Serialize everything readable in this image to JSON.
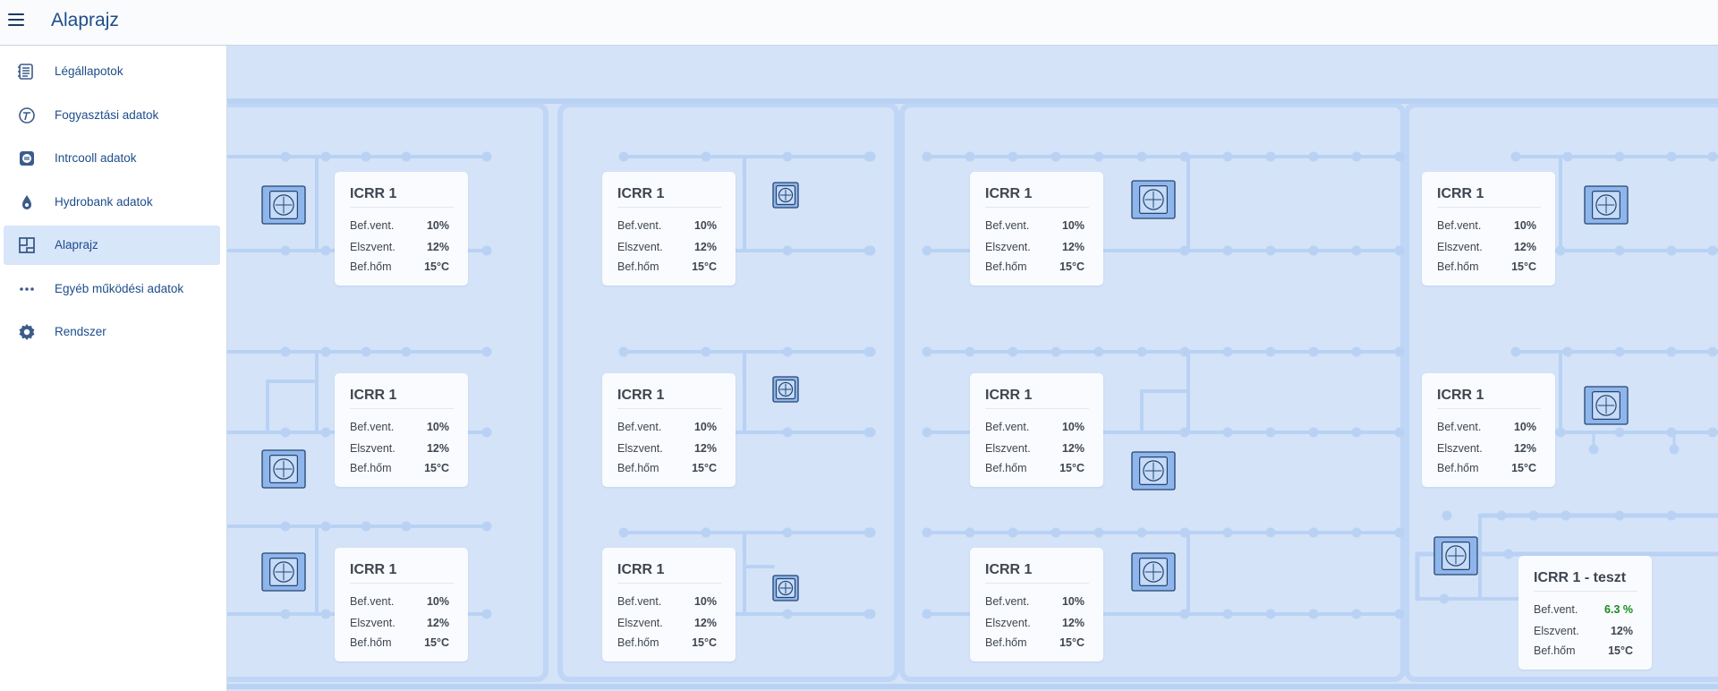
{
  "header": {
    "title": "Alaprajz",
    "menu_icon": "hamburger-icon"
  },
  "sidebar": {
    "items": [
      {
        "label": "Légállapotok",
        "icon": "air-state-icon",
        "active": false
      },
      {
        "label": "Fogyasztási adatok",
        "icon": "consumption-icon",
        "active": false
      },
      {
        "label": "Intrcooll adatok",
        "icon": "intercool-icon",
        "active": false
      },
      {
        "label": "Hydrobank adatok",
        "icon": "water-drop-icon",
        "active": false
      },
      {
        "label": "Alaprajz",
        "icon": "floor-plan-icon",
        "active": true
      },
      {
        "label": "Egyéb működési adatok",
        "icon": "more-dots-icon",
        "active": false
      },
      {
        "label": "Rendszer",
        "icon": "gear-icon",
        "active": false
      }
    ]
  },
  "colors": {
    "accent": "#1d4d8a",
    "plan_bg": "#d4e3f8",
    "duct": "#b9d2f4",
    "unit_fill": "#8fb6ec",
    "unit_stroke": "#25446f",
    "active_nav": "#d8e6fa",
    "ok_value": "#1a8a1a"
  },
  "labels": {
    "bef_vent": "Bef.vent.",
    "elsz_vent": "Elszvent.",
    "bef_hom": "Bef.hőm"
  },
  "cards": [
    {
      "title": "ICRR 1",
      "bef_vent": "10%",
      "elsz_vent": "12%",
      "bef_hom": "15°C"
    },
    {
      "title": "ICRR 1",
      "bef_vent": "10%",
      "elsz_vent": "12%",
      "bef_hom": "15°C"
    },
    {
      "title": "ICRR 1",
      "bef_vent": "10%",
      "elsz_vent": "12%",
      "bef_hom": "15°C"
    },
    {
      "title": "ICRR 1",
      "bef_vent": "10%",
      "elsz_vent": "12%",
      "bef_hom": "15°C"
    },
    {
      "title": "ICRR 1",
      "bef_vent": "10%",
      "elsz_vent": "12%",
      "bef_hom": "15°C"
    },
    {
      "title": "ICRR 1",
      "bef_vent": "10%",
      "elsz_vent": "12%",
      "bef_hom": "15°C"
    },
    {
      "title": "ICRR 1",
      "bef_vent": "10%",
      "elsz_vent": "12%",
      "bef_hom": "15°C"
    },
    {
      "title": "ICRR 1",
      "bef_vent": "10%",
      "elsz_vent": "12%",
      "bef_hom": "15°C"
    },
    {
      "title": "ICRR 1",
      "bef_vent": "10%",
      "elsz_vent": "12%",
      "bef_hom": "15°C"
    },
    {
      "title": "ICRR 1",
      "bef_vent": "10%",
      "elsz_vent": "12%",
      "bef_hom": "15°C"
    },
    {
      "title": "ICRR 1",
      "bef_vent": "10%",
      "elsz_vent": "12%",
      "bef_hom": "15°C"
    },
    {
      "title": "ICRR 1 - teszt",
      "bef_vent": "6.3 %",
      "elsz_vent": "12%",
      "bef_hom": "15°C",
      "bef_vent_ok": true
    }
  ],
  "units": {
    "icon": "ventilation-unit-icon",
    "count": 12
  }
}
